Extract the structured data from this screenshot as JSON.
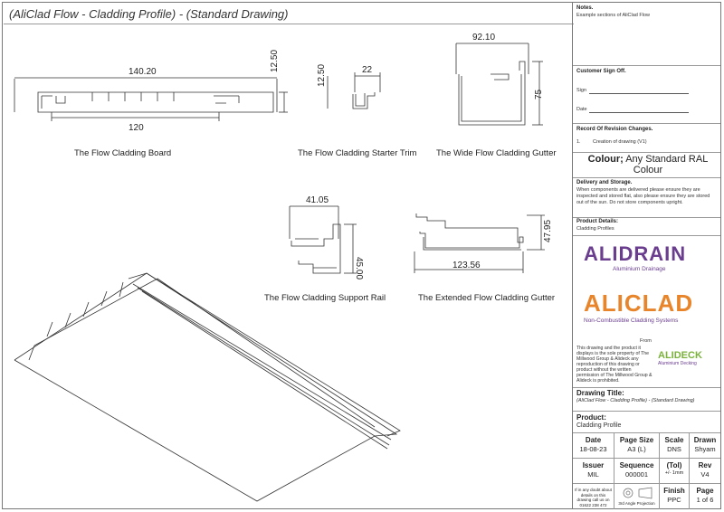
{
  "title": "(AliClad Flow - Cladding Profile) - (Standard Drawing)",
  "views": [
    {
      "caption": "The Flow Cladding Board",
      "dims": [
        "140.20",
        "12.50",
        "120"
      ]
    },
    {
      "caption": "The Flow Cladding Starter Trim",
      "dims": [
        "12.50",
        "22"
      ]
    },
    {
      "caption": "The Wide Flow Cladding Gutter",
      "dims": [
        "92.10",
        "75"
      ]
    },
    {
      "caption": "The Flow Cladding Support Rail",
      "dims": [
        "41.05",
        "45.00"
      ]
    },
    {
      "caption": "The Extended Flow Cladding Gutter",
      "dims": [
        "47.95",
        "123.56"
      ]
    }
  ],
  "panel": {
    "notes_label": "Notes.",
    "notes_text": "Example sections of AliClad Flow",
    "signoff_label": "Customer Sign Off.",
    "sign_label": "Sign",
    "date_label": "Date",
    "revision_label": "Record Of Revision Changes.",
    "revision_num": "1.",
    "revision_text": "Creation of drawing (V1)",
    "colour_label": "Colour;",
    "colour_text": "Any Standard RAL Colour",
    "delivery_label": "Delivery and Storage.",
    "delivery_text": "When components are delivered please ensure they are inspected and stored flat, also please ensure they are stored out of the sun. Do not store components upright.",
    "product_details_label": "Product Details:",
    "product_details_text": "Cladding Profiles",
    "logo1_name": "ALIDRAIN",
    "logo1_sub": "Aluminium Drainage",
    "logo2_name": "ALICLAD",
    "logo2_sub": "Non-Combustible Cladding Systems",
    "from_label": "From",
    "logo3_name": "ALIDECK",
    "logo3_sub": "Aluminium Decking",
    "copyright_text": "This drawing and the product it displays is the sole property of The Millwood Group & Alideck any reproduction of this drawing or product without the written permission of The Millwood Group & Alideck is prohibited.",
    "drawing_title_label": "Drawing Title:",
    "drawing_title_text": "(AliClad Flow - Cladding Profile) - (Standard Drawing)",
    "product_label": "Product:",
    "product_text": "Cladding Profile"
  },
  "table": {
    "date_h": "Date",
    "date_v": "18-08-23",
    "pagesize_h": "Page Size",
    "pagesize_v": "A3 (L)",
    "scale_h": "Scale",
    "scale_v": "DNS",
    "drawn_h": "Drawn",
    "drawn_v": "Shyam",
    "issuer_h": "Issuer",
    "issuer_v": "MIL",
    "sequence_h": "Sequence",
    "sequence_v": "000001",
    "tol_h": "(Tol)",
    "tol_v": "+/- 1mm",
    "rev_h": "Rev",
    "rev_v": "V4",
    "contact_text": "If in any doubt about details on this drawing call us on 01622 238 472",
    "projection_text": "3rd Angle Projection",
    "finish_h": "Finish",
    "finish_v": "PPC",
    "page_h": "Page",
    "page_v": "1 of 6"
  },
  "colors": {
    "alidrain_purple": "#6a3d8f",
    "aliclad_orange": "#e8852a",
    "alideck_green": "#7ab23a"
  }
}
